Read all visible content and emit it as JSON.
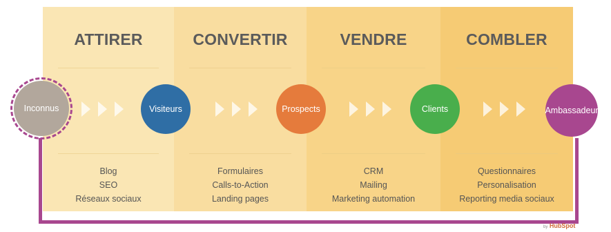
{
  "stages": [
    {
      "title": "ATTIRER",
      "items": [
        "Blog",
        "SEO",
        "Réseaux sociaux"
      ]
    },
    {
      "title": "CONVERTIR",
      "items": [
        "Formulaires",
        "Calls-to-Action",
        "Landing pages"
      ]
    },
    {
      "title": "VENDRE",
      "items": [
        "CRM",
        "Mailing",
        "Marketing automation"
      ]
    },
    {
      "title": "COMBLER",
      "items": [
        "Questionnaires",
        "Personalisation",
        "Reporting media sociaux"
      ]
    }
  ],
  "nodes": [
    {
      "label": "Inconnus",
      "color": "#b2a79c"
    },
    {
      "label": "Visiteurs",
      "color": "#2f6ea5"
    },
    {
      "label": "Prospects",
      "color": "#e57b3c"
    },
    {
      "label": "Clients",
      "color": "#49ae4c"
    },
    {
      "label": "Ambassadeur",
      "color": "#a8478f"
    }
  ],
  "colors": {
    "col1": "#fae6b4",
    "col2": "#f9dda0",
    "col3": "#f8d488",
    "col4": "#f6cb74",
    "frame": "#a8478f",
    "chevron": "#ffffff"
  },
  "logo": {
    "prefix": "by",
    "brand": "HubSpot"
  }
}
